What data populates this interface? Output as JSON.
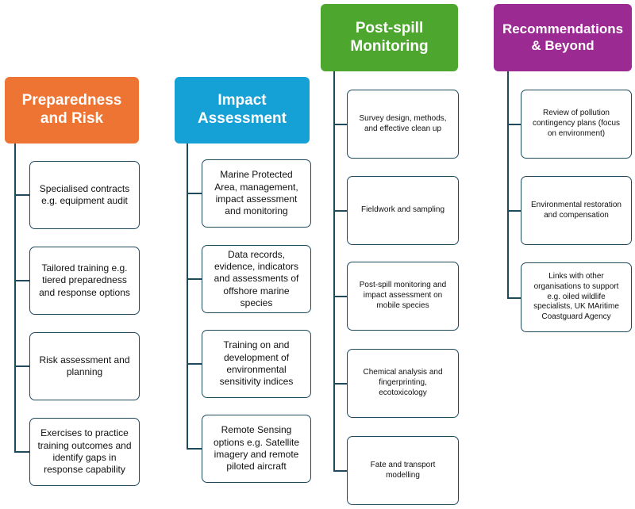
{
  "columns": [
    {
      "title": "Preparedness\nand Risk",
      "color": "#ee7434",
      "items": [
        "Specialised contracts e.g. equipment audit",
        "Tailored training e.g. tiered preparedness and response options",
        "Risk assessment and planning",
        "Exercises to practice training outcomes and identify gaps in response capability"
      ]
    },
    {
      "title": "Impact\nAssessment",
      "color": "#15a0d6",
      "items": [
        "Marine Protected Area, management, impact assessment and monitoring",
        "Data records, evidence, indicators and assessments of offshore marine species",
        "Training on and development of environmental sensitivity indices",
        "Remote Sensing options e.g. Satellite imagery and remote piloted aircraft"
      ]
    },
    {
      "title": "Post-spill\nMonitoring",
      "color": "#4da72e",
      "items": [
        "Survey design, methods, and effective clean up",
        "Fieldwork and sampling",
        "Post-spill monitoring and impact assessment on mobile species",
        "Chemical analysis and fingerprinting, ecotoxicology",
        "Fate and transport modelling"
      ]
    },
    {
      "title": "Recommendations\n& Beyond",
      "color": "#9b2a93",
      "items": [
        "Review of pollution contingency plans (focus on environment)",
        "Environmental restoration and compensation",
        "Links with other organisations to support e.g. oiled wildlife specialists, UK MAritime Coastguard Agency"
      ]
    }
  ]
}
